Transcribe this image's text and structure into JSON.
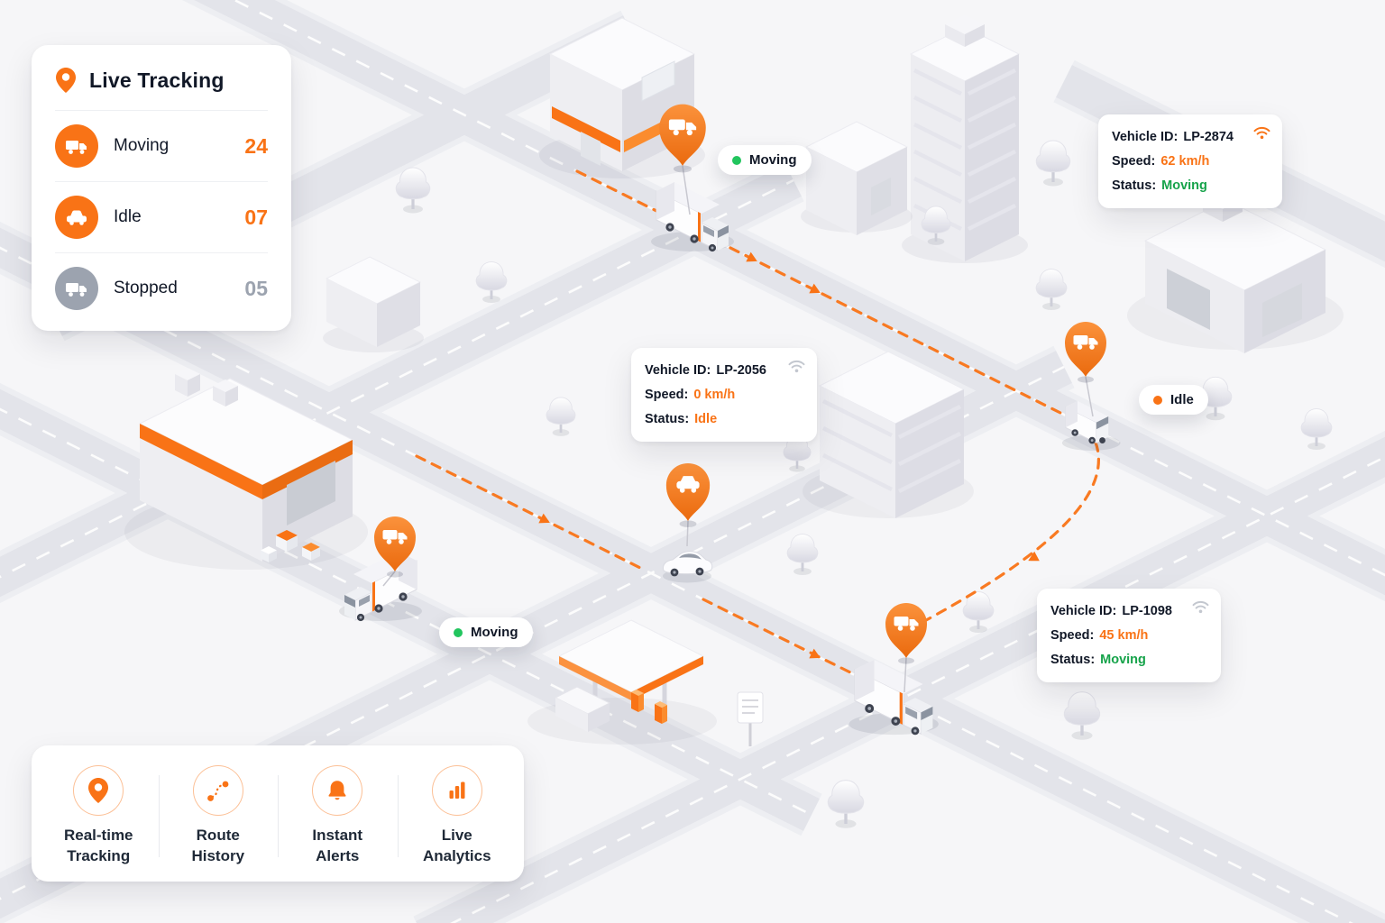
{
  "colors": {
    "accent_orange": "#F97316",
    "status_green": "#22C55E",
    "status_gray": "#9CA3AF",
    "text_dark": "#111827"
  },
  "live_tracking": {
    "title": "Live Tracking",
    "title_icon": "location-pin-icon",
    "rows": [
      {
        "label": "Moving",
        "count": "24",
        "icon": "truck-icon",
        "icon_bg": "#F97316",
        "count_color": "#F97316"
      },
      {
        "label": "Idle",
        "count": "07",
        "icon": "car-icon",
        "icon_bg": "#F97316",
        "count_color": "#F97316"
      },
      {
        "label": "Stopped",
        "count": "05",
        "icon": "truck-icon",
        "icon_bg": "#9CA3AF",
        "count_color": "#9CA3AF"
      }
    ]
  },
  "vehicle_cards": [
    {
      "id_label": "Vehicle ID:",
      "id_value": "LP-2874",
      "speed_label": "Speed:",
      "speed_value": "62 km/h",
      "status_label": "Status:",
      "status_value": "Moving",
      "status_color": "#16A34A",
      "signal_icon": "wifi-icon",
      "signal_color": "#F97316"
    },
    {
      "id_label": "Vehicle ID:",
      "id_value": "LP-2056",
      "speed_label": "Speed:",
      "speed_value": "0 km/h",
      "status_label": "Status:",
      "status_value": "Idle",
      "status_color": "#F97316",
      "signal_icon": "wifi-icon",
      "signal_color": "#C3C7CF"
    },
    {
      "id_label": "Vehicle ID:",
      "id_value": "LP-1098",
      "speed_label": "Speed:",
      "speed_value": "45 km/h",
      "status_label": "Status:",
      "status_value": "Moving",
      "status_color": "#16A34A",
      "signal_icon": "wifi-icon",
      "signal_color": "#C3C7CF"
    }
  ],
  "map_badges": [
    {
      "label": "Moving",
      "dot_color": "#22C55E"
    },
    {
      "label": "Idle",
      "dot_color": "#F97316"
    },
    {
      "label": "Moving",
      "dot_color": "#22C55E"
    }
  ],
  "map_pins": [
    {
      "icon": "truck-pin-icon"
    },
    {
      "icon": "truck-pin-icon"
    },
    {
      "icon": "car-pin-icon"
    },
    {
      "icon": "truck-pin-icon"
    },
    {
      "icon": "truck-pin-icon"
    }
  ],
  "features": [
    {
      "label": "Real-time\nTracking",
      "icon": "location-pin-icon"
    },
    {
      "label": "Route\nHistory",
      "icon": "route-icon"
    },
    {
      "label": "Instant\nAlerts",
      "icon": "bell-icon"
    },
    {
      "label": "Live\nAnalytics",
      "icon": "bar-chart-icon"
    }
  ]
}
